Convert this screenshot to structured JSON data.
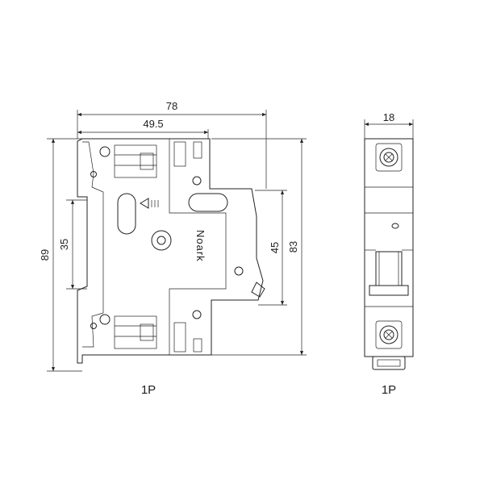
{
  "side_view": {
    "dim_total_width": "78",
    "dim_partial_width": "49.5",
    "dim_height_total": "89",
    "dim_rail": "35",
    "dim_cover": "45",
    "dim_body": "83",
    "brand": "Noark",
    "caption": "1P"
  },
  "front_view": {
    "dim_width": "18",
    "caption": "1P"
  },
  "colors": {
    "line": "#222222",
    "background": "#ffffff"
  }
}
